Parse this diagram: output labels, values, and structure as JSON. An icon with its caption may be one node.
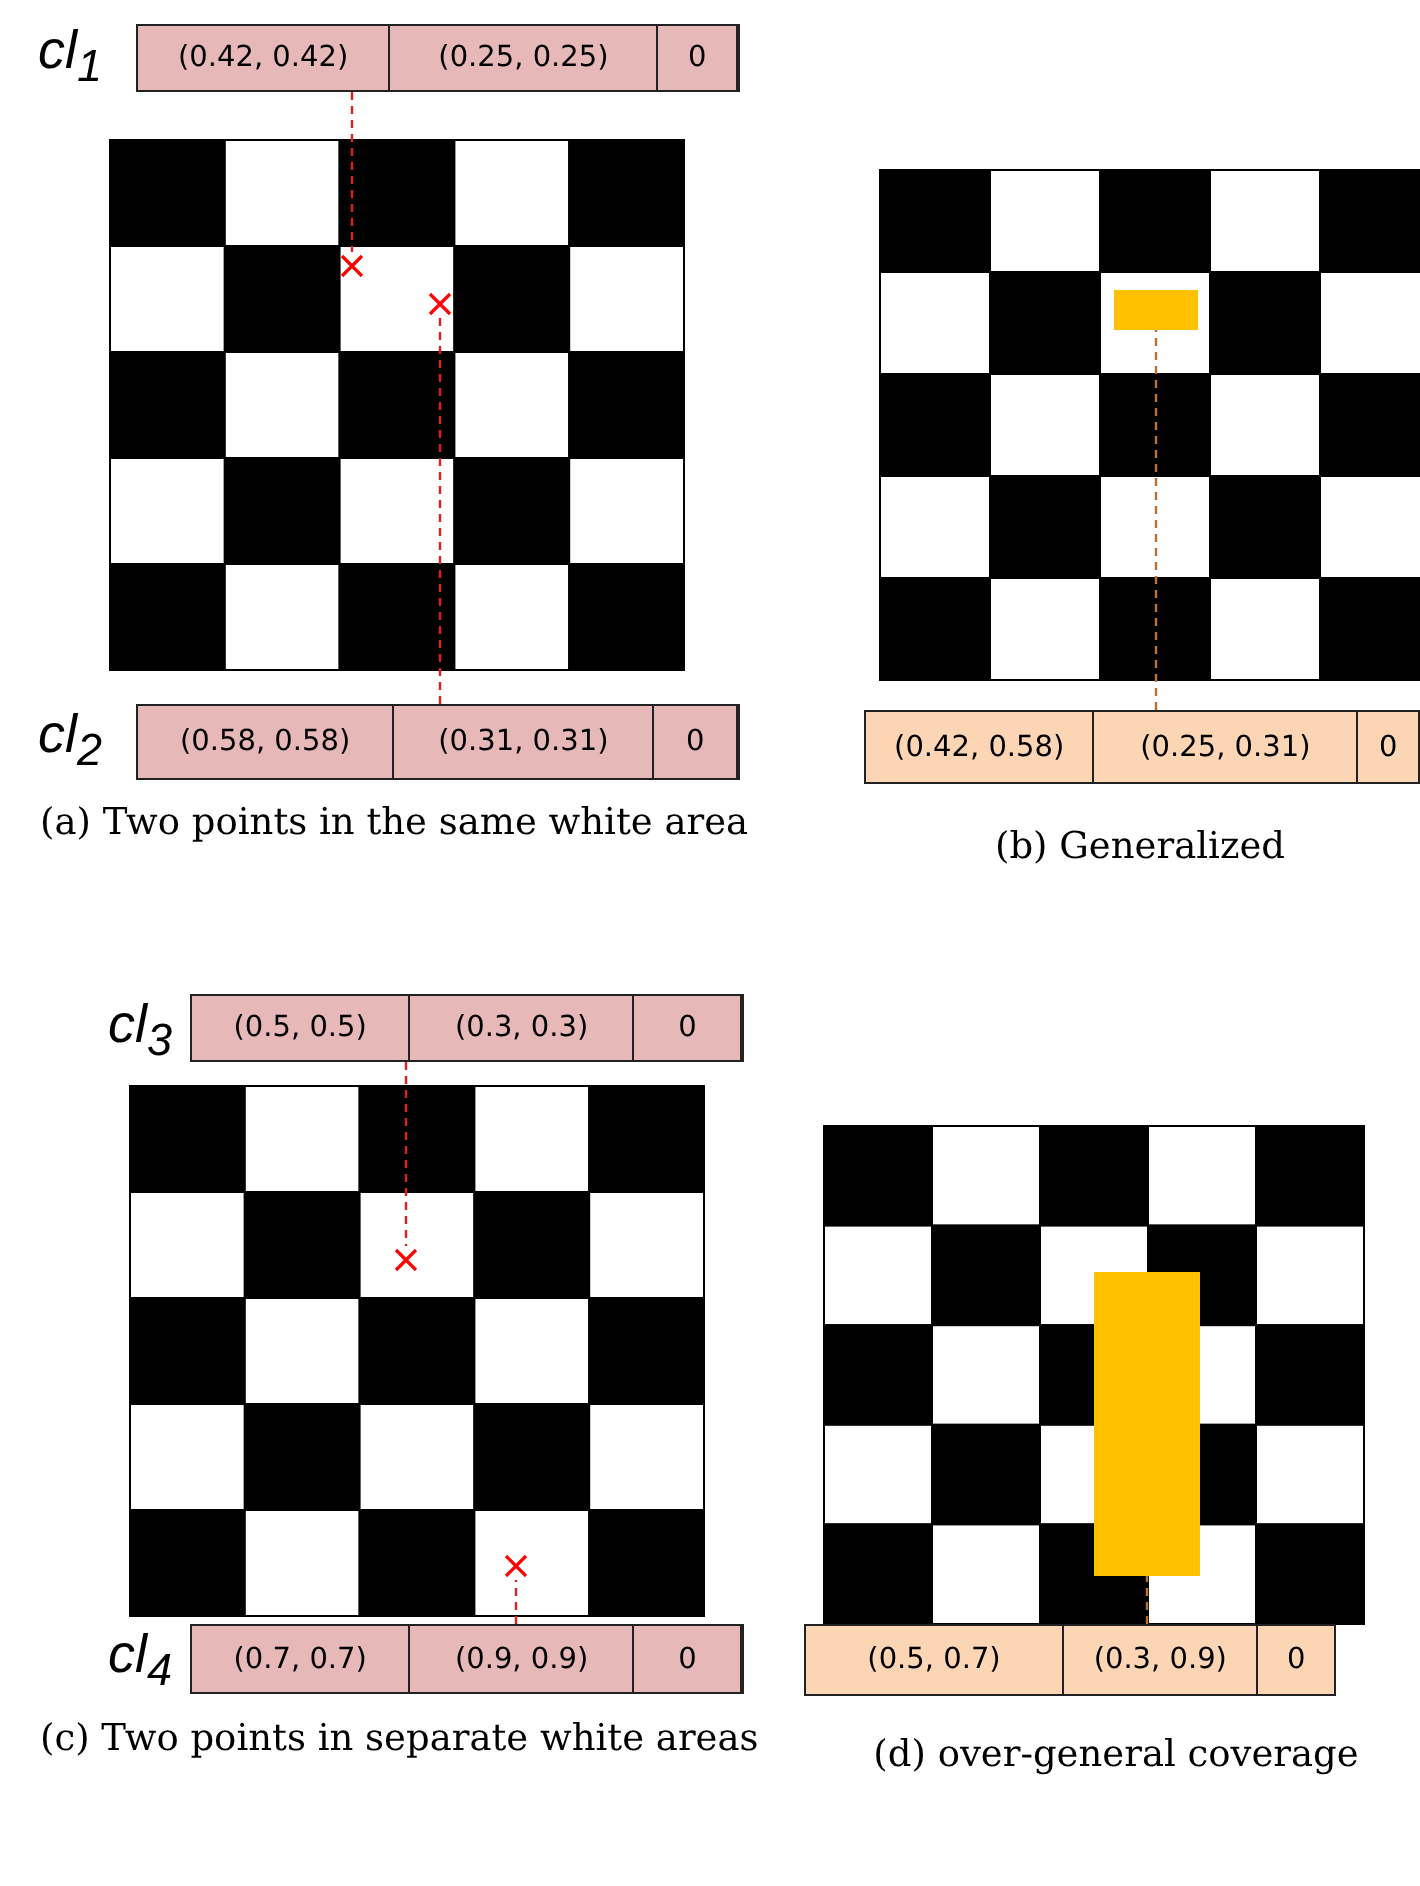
{
  "diagram": {
    "nodes": [
      {
        "text": [
          "(0.42, 0.42)",
          "(0.25, 0.25)",
          "0"
        ],
        "beside": [
          "cl$_{1}$"
        ]
      },
      {
        "text": [],
        "shape": "cross"
      },
      {
        "text": [],
        "shape": "cross"
      },
      {
        "text": [
          "(0.58, 0.58)",
          "(0.31, 0.31)",
          "0"
        ],
        "beside": [
          "cl$_{2}$"
        ]
      },
      {
        "text": [],
        "shape": "box"
      },
      {
        "text": [
          "(0.42, 0.58)",
          "(0.25, 0.31)",
          "0"
        ]
      },
      {
        "text": [
          "(0.5, 0.5)",
          "(0.3, 0.3)",
          "0"
        ],
        "beside": [
          "cl$_{3}$"
        ]
      },
      {
        "text": [],
        "shape": "cross"
      },
      {
        "text": [],
        "shape": "cross"
      },
      {
        "text": [
          "(0.7, 0.7)",
          "(0.9, 0.9)",
          "0"
        ],
        "beside": [
          "cl$_{4}$"
        ]
      },
      {
        "text": [],
        "shape": "box"
      },
      {
        "text": [
          "(0.5, 0.7)",
          "(0.3, 0.9)",
          "0"
        ]
      }
    ],
    "edges": [
      {
        "from": 0,
        "to": 1,
        "arrow": "none",
        "style": "dashed"
      },
      {
        "from": 3,
        "to": 2,
        "arrow": "none",
        "style": "dashed"
      },
      {
        "from": 5,
        "to": 4,
        "arrow": "none",
        "style": "dashed",
        "color": "#b87333"
      },
      {
        "from": 6,
        "to": 7,
        "arrow": "none",
        "style": "dashed"
      },
      {
        "from": 9,
        "to": 8,
        "arrow": "none",
        "style": "dashed"
      },
      {
        "from": 11,
        "to": 10,
        "arrow": "none",
        "style": "dashed",
        "color": "#b87333"
      }
    ],
    "labels": [
      "(a) Two points in the same white area",
      "(b) Generalized",
      "(c) Two points in separate white areas",
      "(d) over-general coverage"
    ]
  }
}
